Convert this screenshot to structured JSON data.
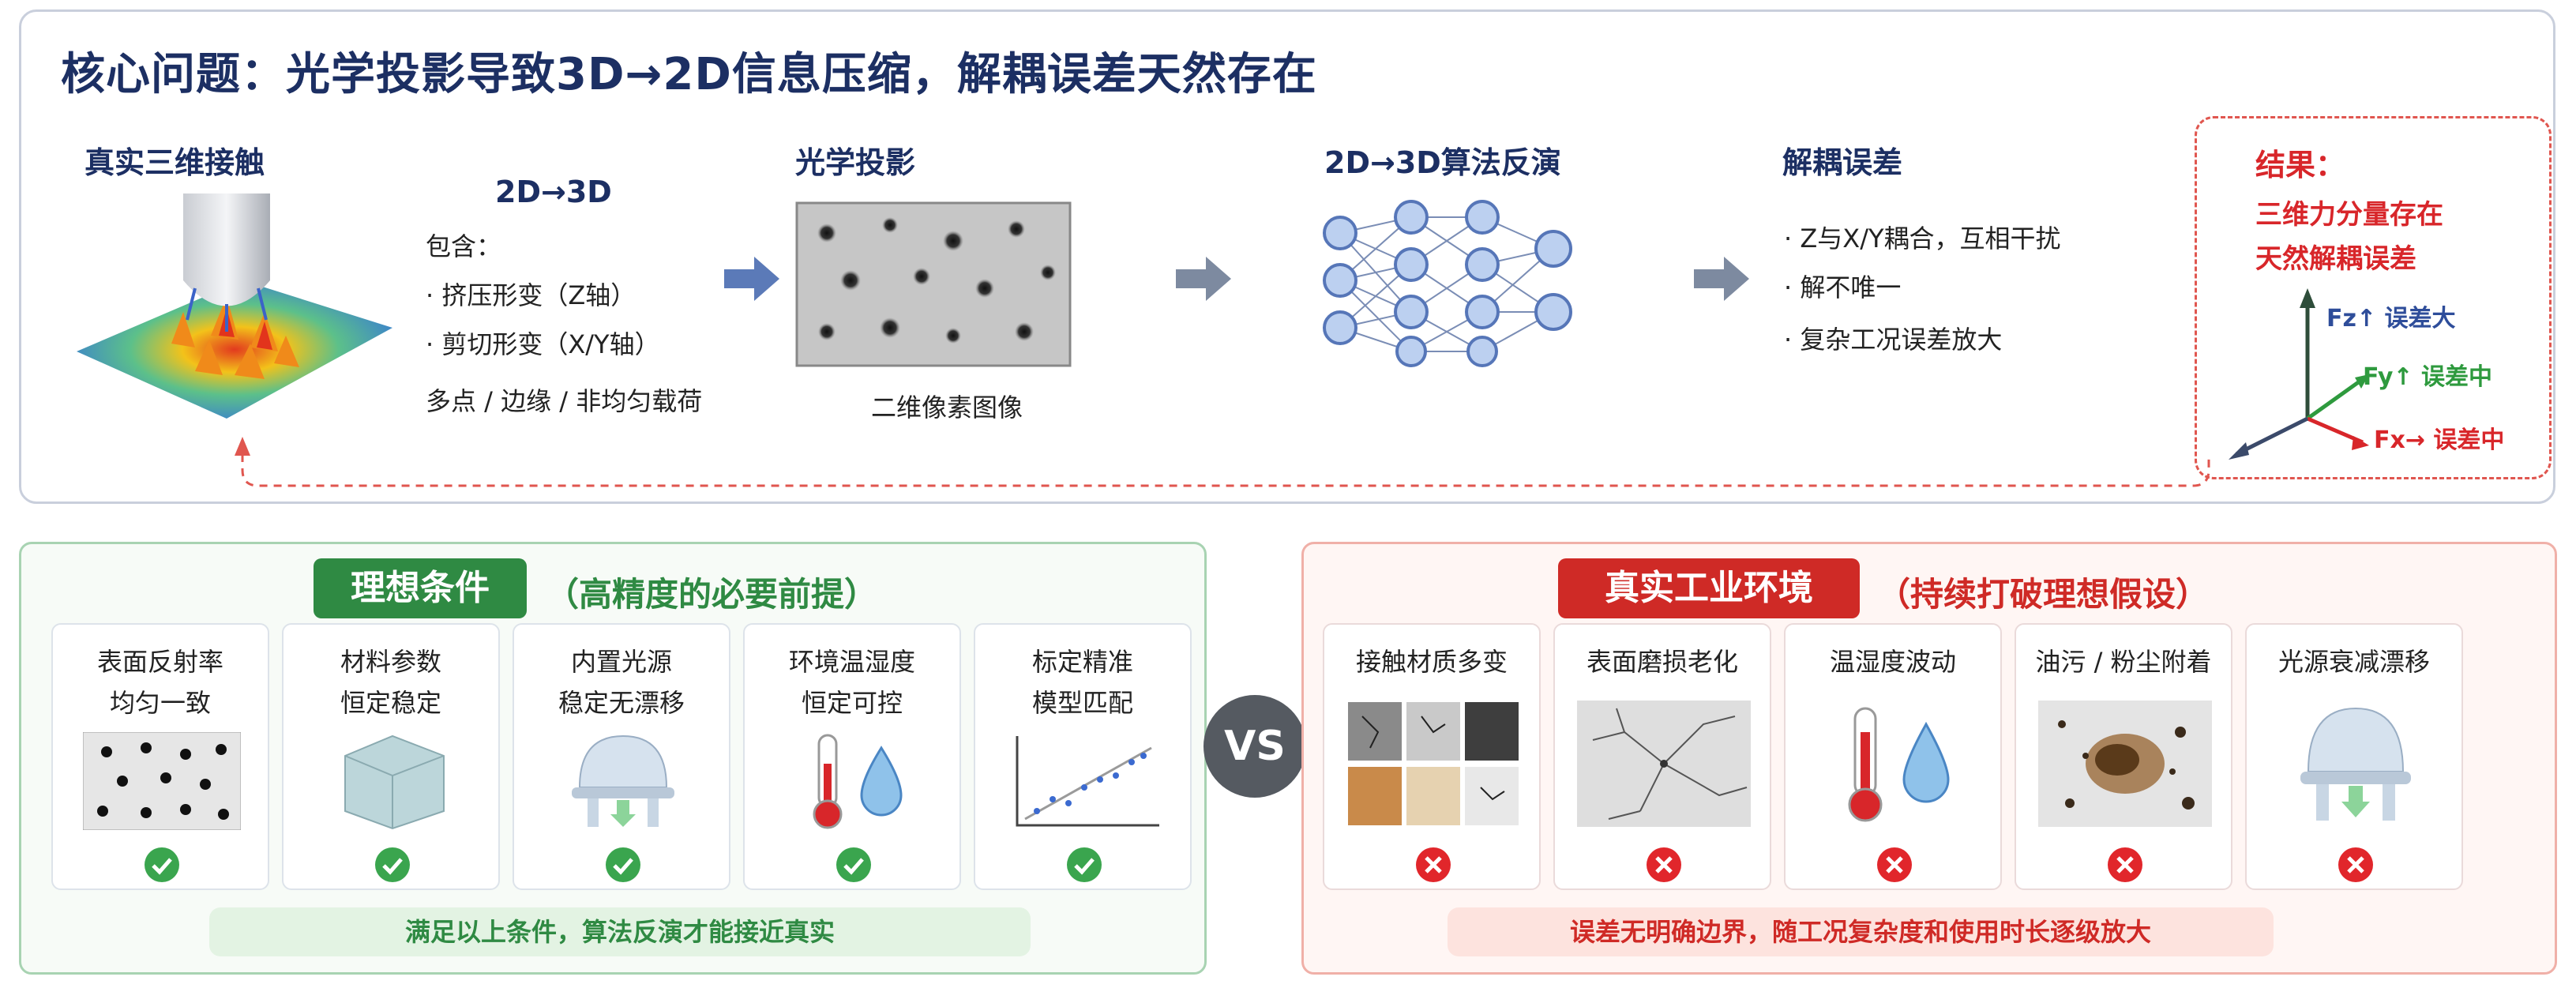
{
  "top": {
    "title": "核心问题：光学投影导致3D→2D信息压缩，解耦误差天然存在",
    "stage_real": "真实三维接触",
    "sub_2d3d": "2D→3D",
    "contains": "包含：",
    "bullets_left": [
      "挤压形变（Z轴）",
      "剪切形变（X/Y轴）"
    ],
    "multi_load": "多点 / 边缘 / 非均匀载荷",
    "stage_optic": "光学投影",
    "optic_caption": "二维像素图像",
    "stage_algo": "2D→3D算法反演",
    "stage_error": "解耦误差",
    "error_bullets": [
      "Z与X/Y耦合，互相干扰",
      "解不唯一",
      "复杂工况误差放大"
    ],
    "result": {
      "title": "结果：",
      "line1": "三维力分量存在",
      "line2": "天然解耦误差",
      "fz": "Fz↑ 误差大",
      "fy": "Fy↑ 误差中",
      "fx": "Fx→ 误差中"
    }
  },
  "ideal": {
    "title": "理想条件",
    "subtitle": "（高精度的必要前提）",
    "cards": [
      {
        "line1": "表面反射率",
        "line2": "均匀一致",
        "icon": "dot-pattern-icon"
      },
      {
        "line1": "材料参数",
        "line2": "恒定稳定",
        "icon": "material-cube-icon"
      },
      {
        "line1": "内置光源",
        "line2": "稳定无漂移",
        "icon": "dome-light-icon"
      },
      {
        "line1": "环境温湿度",
        "line2": "恒定可控",
        "icon": "thermometer-drop-icon"
      },
      {
        "line1": "标定精准",
        "line2": "模型匹配",
        "icon": "scatter-fit-icon"
      }
    ],
    "footer": "满足以上条件，算法反演才能接近真实"
  },
  "vs": "VS",
  "real": {
    "title": "真实工业环境",
    "subtitle": "（持续打破理想假设）",
    "cards": [
      {
        "line1": "接触材质多变",
        "icon": "material-tiles-icon"
      },
      {
        "line1": "表面磨损老化",
        "icon": "cracked-surface-icon"
      },
      {
        "line1": "温湿度波动",
        "icon": "thermometer-drop-icon"
      },
      {
        "line1": "油污 / 粉尘附着",
        "icon": "dirt-stain-icon"
      },
      {
        "line1": "光源衰减漂移",
        "icon": "dome-light-icon"
      }
    ],
    "footer": "误差无明确边界，随工况复杂度和使用时长逐级放大"
  },
  "colors": {
    "navy": "#1c2f63",
    "green": "#2f8a43",
    "red": "#cf2a26"
  }
}
